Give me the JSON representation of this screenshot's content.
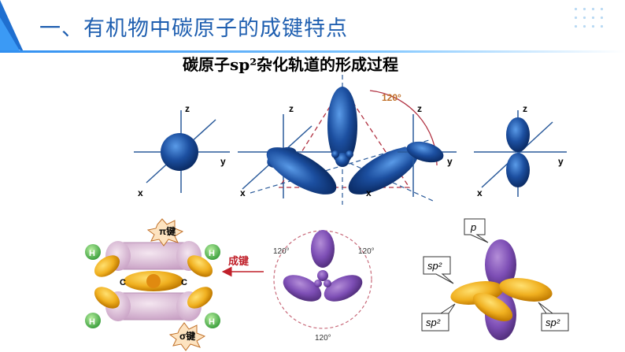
{
  "slide": {
    "title": "一、有机物中碳原子的成键特点",
    "subtitle": "碳原子sp²杂化轨道的形成过程",
    "colors": {
      "title": "#1f5fb0",
      "accent": "#2f8ef0",
      "lobe": "#1c4fa0"
    }
  },
  "top_diagram": {
    "axis_labels": {
      "z": "z",
      "y": "y",
      "x": "x"
    },
    "angle_label": "120°"
  },
  "bottom_left": {
    "pi_bond_label": "π键",
    "sigma_bond_label": "σ键",
    "h_label": "H",
    "c_label": "C",
    "arrow_label": "成键"
  },
  "bottom_center": {
    "angle_labels": [
      "120°",
      "120°",
      "120°"
    ]
  },
  "bottom_right": {
    "p_label": "p",
    "sp2_label": "sp²"
  }
}
